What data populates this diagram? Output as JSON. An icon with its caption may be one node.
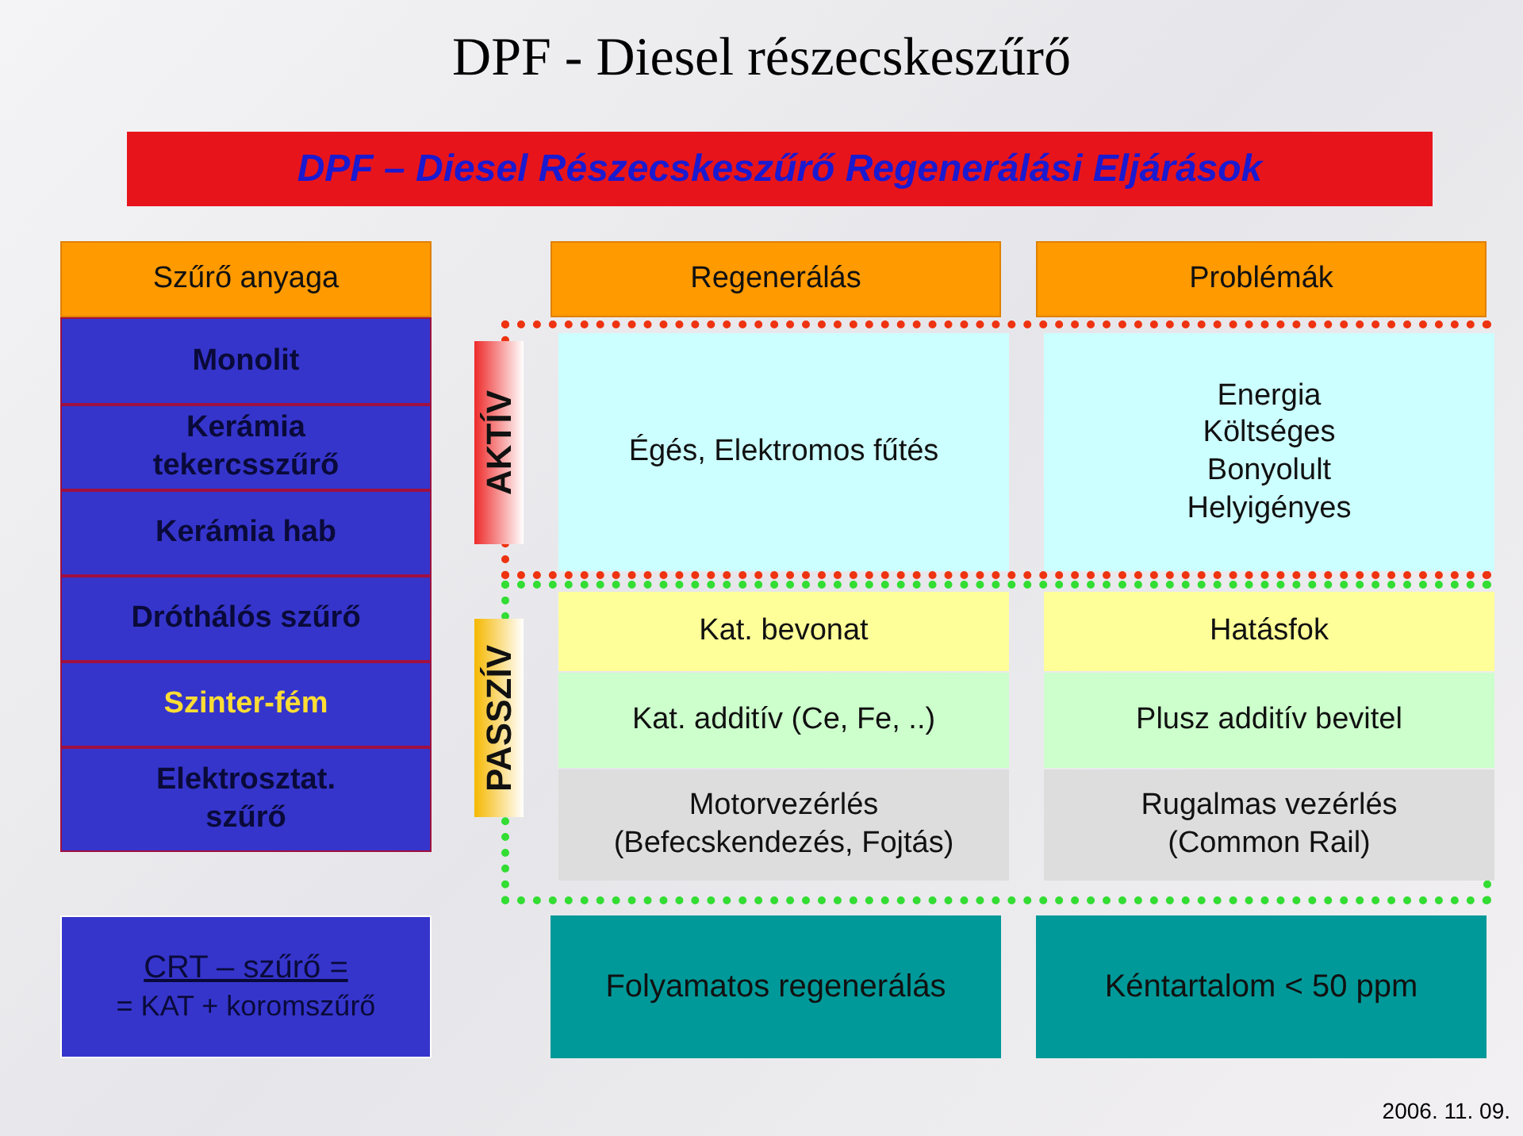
{
  "diagram": {
    "title": "DPF - Diesel részecskeszűrő",
    "nodes": [
      {
        "text": [
          "DPF – Diesel Részecskeszűrő Regenerálási Eljárások"
        ]
      },
      {
        "text": [
          "Szűrő anyaga"
        ]
      },
      {
        "text": [
          "Regenerálás"
        ]
      },
      {
        "text": [
          "Problémák"
        ]
      },
      {
        "text": [
          "Monolit"
        ]
      },
      {
        "text": [
          "Kerámia tekercsszűrő"
        ]
      },
      {
        "text": [
          "Kerámia hab"
        ]
      },
      {
        "text": [
          "Dróthálós szűrő"
        ]
      },
      {
        "text": [
          "Szinter-fém"
        ]
      },
      {
        "text": [
          "Elektrosztat. szűrő"
        ]
      },
      {
        "text": [
          "AKTÍV"
        ]
      },
      {
        "text": [],
        "shape": "box"
      },
      {
        "text": [
          "Égés, Elektromos fűtés"
        ],
        "in": 11
      },
      {
        "text": [
          "Energia",
          "Költséges",
          "Bonyolult",
          "Helyigényes"
        ],
        "in": 11
      },
      {
        "text": [
          "PASSZÍV"
        ]
      },
      {
        "text": [],
        "shape": "box"
      },
      {
        "text": [
          "Kat. bevonat"
        ],
        "in": 15
      },
      {
        "text": [
          "Hatásfok"
        ],
        "in": 15
      },
      {
        "text": [
          "Kat. additív (Ce, Fe, ..)"
        ],
        "in": 15
      },
      {
        "text": [
          "Plusz additív bevitel"
        ],
        "in": 15
      },
      {
        "text": [
          "Motorvezérlés (Befecskendezés, Fojtás)"
        ],
        "in": 15
      },
      {
        "text": [
          "Rugalmas vezérlés (Common Rail)"
        ],
        "in": 15
      },
      {
        "text": [
          "CRT – szűrő =",
          "= KAT + koromszűrő"
        ]
      },
      {
        "text": [
          "Folyamatos regenerálás"
        ]
      },
      {
        "text": [
          "Kéntartalom < 50 ppm"
        ]
      }
    ],
    "labels": [
      "2006. 11. 09."
    ]
  }
}
